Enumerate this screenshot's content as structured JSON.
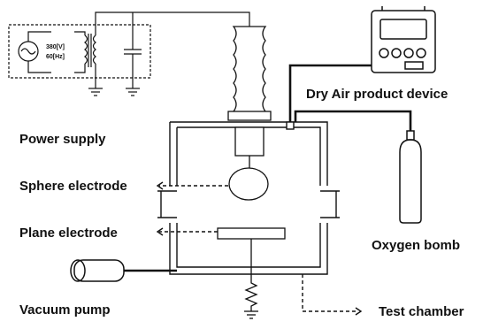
{
  "labels": {
    "power_supply": "Power supply",
    "sphere_electrode": "Sphere electrode",
    "plane_electrode": "Plane electrode",
    "vacuum_pump": "Vacuum pump",
    "dry_air_device": "Dry Air product device",
    "oxygen_bomb": "Oxygen bomb",
    "test_chamber": "Test chamber"
  },
  "source": {
    "voltage": "380[V]",
    "frequency": "60[Hz]"
  },
  "colors": {
    "line": "#111111",
    "background": "#ffffff"
  },
  "icons": [
    "ac-source-icon",
    "transformer-icon",
    "capacitor-icon",
    "ground-icon",
    "bushing-icon",
    "resistor-icon",
    "dry-air-device-icon",
    "oxygen-cylinder-icon",
    "vacuum-pump-icon"
  ]
}
